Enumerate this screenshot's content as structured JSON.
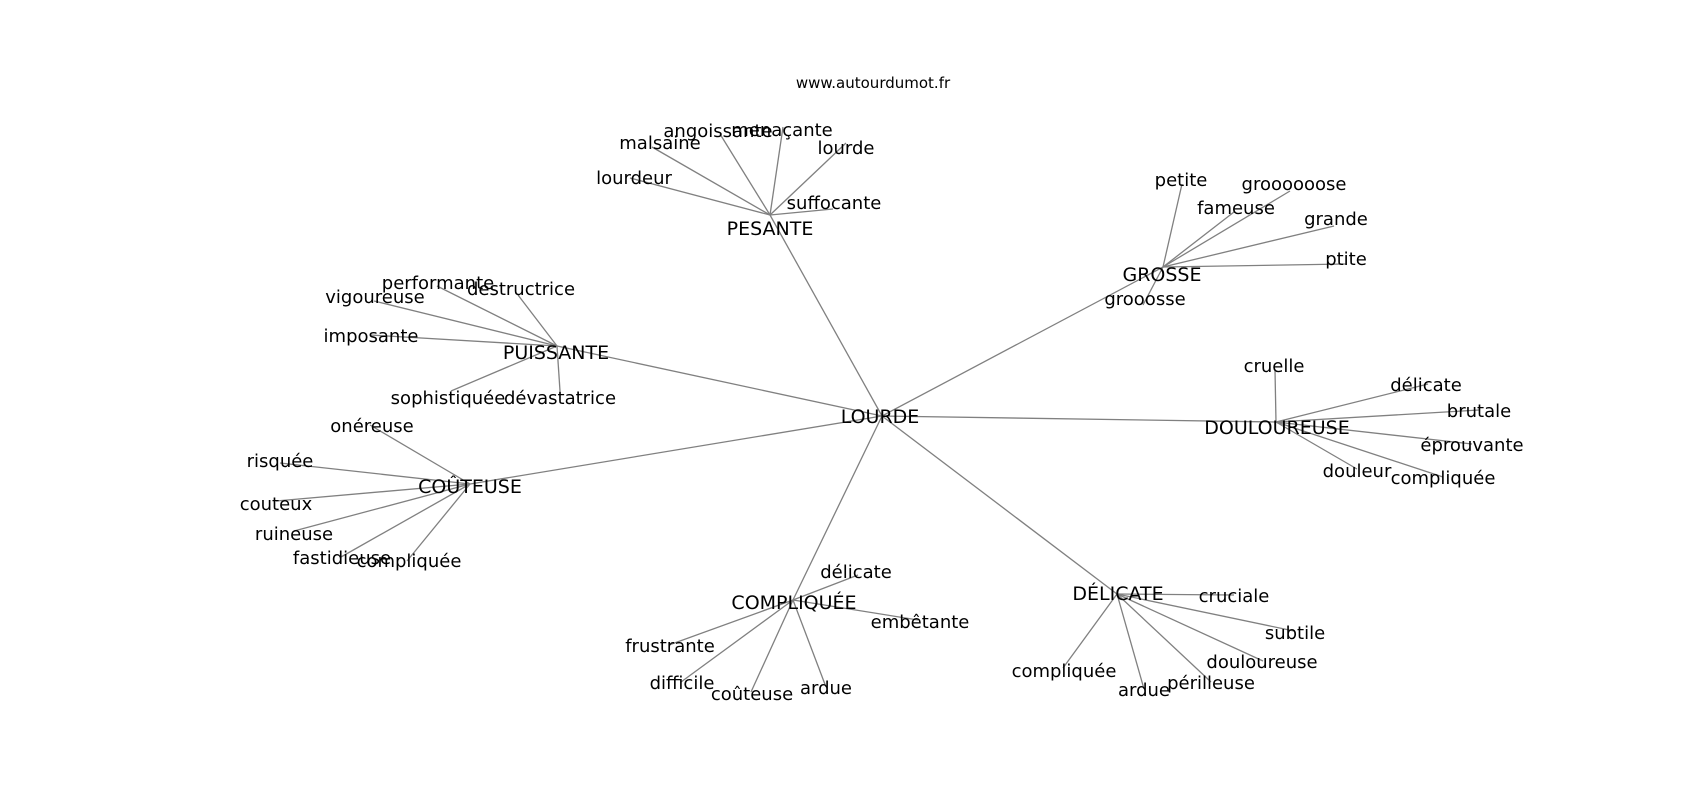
{
  "site": "www.autourdumot.fr",
  "colors": {
    "edge": "#808080",
    "text": "#000000",
    "background": "#ffffff"
  },
  "center": "LOURDE",
  "clusters": [
    {
      "id": "pesante",
      "label": "PESANTE",
      "words": [
        "menaçante",
        "angoissante",
        "malsaine",
        "lourde",
        "lourdeur",
        "suffocante"
      ]
    },
    {
      "id": "grosse",
      "label": "GROSSE",
      "words": [
        "petite",
        "groooooose",
        "fameuse",
        "grande",
        "ptite",
        "grooosse"
      ]
    },
    {
      "id": "puissante",
      "label": "PUISSANTE",
      "words": [
        "performante",
        "vigoureuse",
        "destructrice",
        "imposante",
        "sophistiquée",
        "dévastatrice"
      ]
    },
    {
      "id": "douloureuse",
      "label": "DOULOUREUSE",
      "words": [
        "cruelle",
        "délicate",
        "brutale",
        "éprouvante",
        "douleur",
        "compliquée"
      ]
    },
    {
      "id": "couteuse",
      "label": "COÛTEUSE",
      "words": [
        "onéreuse",
        "risquée",
        "couteux",
        "ruineuse",
        "fastidieuse",
        "compliquée"
      ]
    },
    {
      "id": "compliquee",
      "label": "COMPLIQUÉE",
      "words": [
        "délicate",
        "embêtante",
        "frustrante",
        "difficile",
        "coûteuse",
        "ardue"
      ]
    },
    {
      "id": "delicate",
      "label": "DÉLICATE",
      "words": [
        "cruciale",
        "subtile",
        "douloureuse",
        "compliquée",
        "ardue",
        "périlleuse"
      ]
    }
  ]
}
